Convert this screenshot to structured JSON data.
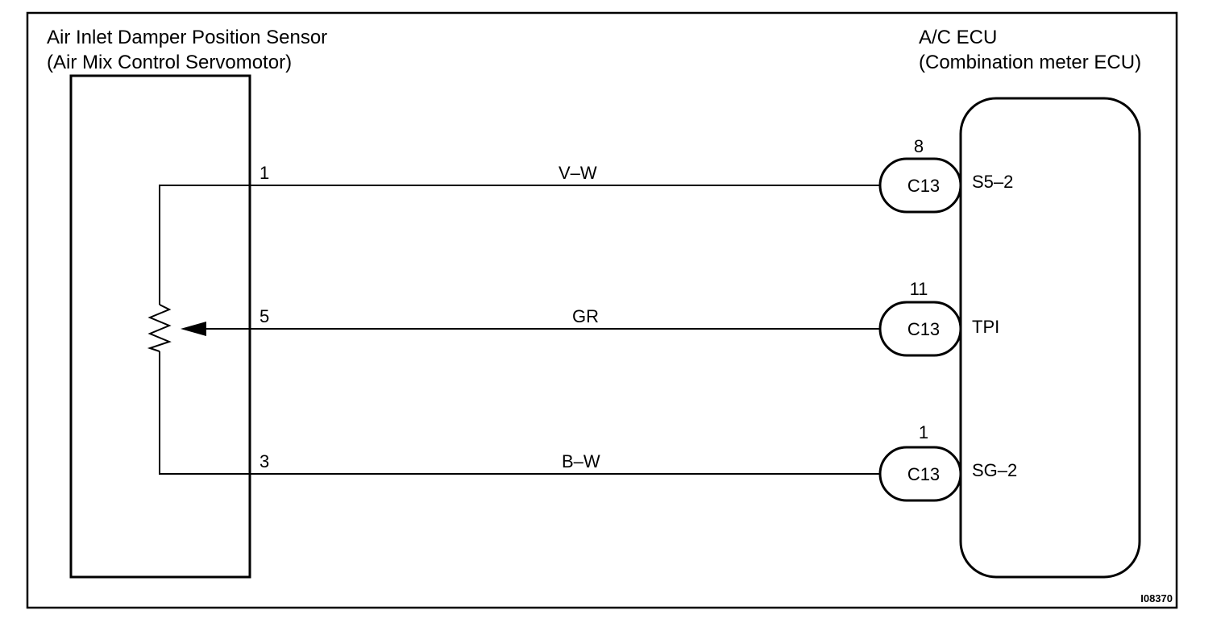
{
  "sensor": {
    "title_line1": "Air Inlet Damper Position Sensor",
    "title_line2": "(Air Mix Control Servomotor)"
  },
  "ecu": {
    "title_line1": "A/C ECU",
    "title_line2": "(Combination meter ECU)"
  },
  "circuits": [
    {
      "sensor_pin": "1",
      "wire_color": "V–W",
      "connector_pin": "8",
      "connector": "C13",
      "terminal": "S5–2"
    },
    {
      "sensor_pin": "5",
      "wire_color": "GR",
      "connector_pin": "11",
      "connector": "C13",
      "terminal": "TPI"
    },
    {
      "sensor_pin": "3",
      "wire_color": "B–W",
      "connector_pin": "1",
      "connector": "C13",
      "terminal": "SG–2"
    }
  ],
  "figure_ref": "I08370"
}
